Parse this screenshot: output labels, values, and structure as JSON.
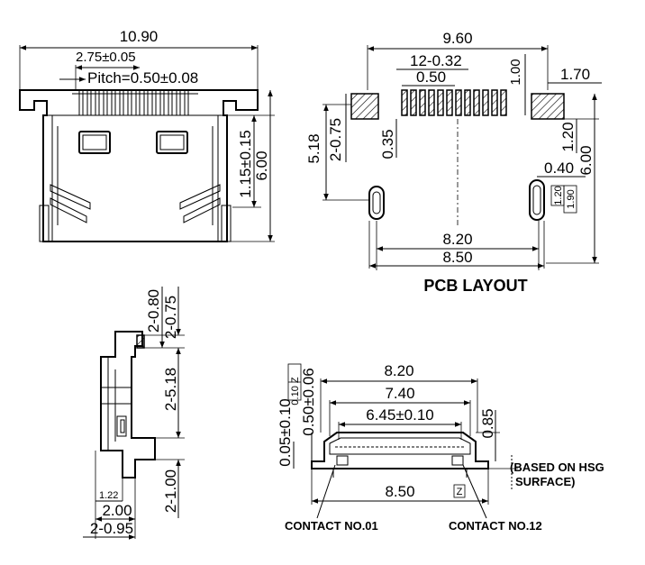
{
  "top_view": {
    "width": "10.90",
    "pin_offset": "2.75±0.05",
    "pitch": "Pitch=0.50±0.08",
    "height_total": "6.00",
    "height_partial": "1.15±0.15"
  },
  "pcb_layout": {
    "title": "PCB LAYOUT",
    "width_top": "9.60",
    "pads": "12-0.32",
    "pad_pitch": "0.50",
    "pad_length": "1.00",
    "corner_pad": "1.70",
    "left_height": "5.18",
    "left_slot": "2-0.75",
    "left_gap": "0.35",
    "right_offset": "1.20",
    "right_height": "6.00",
    "slot_width": "0.40",
    "slot_a": "1.20",
    "slot_b": "1.90",
    "inner_width": "8.20",
    "outer_width": "8.50"
  },
  "side_view": {
    "d1": "2-0.80",
    "d2": "2-0.75",
    "d3": "2-5.18",
    "d4": "2-1.00",
    "d5": "1.22",
    "d6": "2.00",
    "d7": "2-0.95"
  },
  "front_view": {
    "w1": "8.20",
    "w2": "7.40",
    "w3": "6.45±0.10",
    "w4": "8.50",
    "v1": "0.05±0.10",
    "v2": "0.50±0.06",
    "v3": "0.85",
    "flatness": "0.10 Z",
    "datum": "Z",
    "note": "(BASED ON HSG SURFACE)",
    "note_line1": "(BASED ON HSG",
    "note_line2": "SURFACE)",
    "contact_first": "CONTACT NO.01",
    "contact_last": "CONTACT NO.12"
  }
}
